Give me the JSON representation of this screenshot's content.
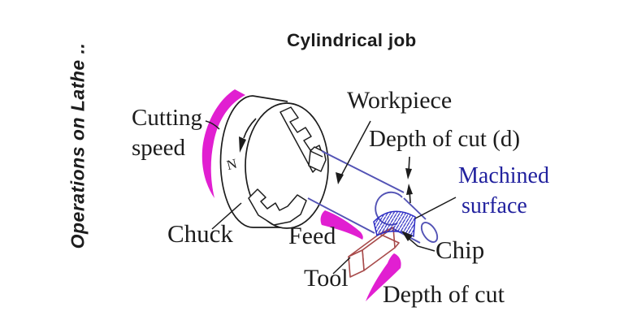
{
  "title": "Cylindrical job",
  "side_text": "Operations on Lathe ..",
  "labels": {
    "cutting_speed_line1": "Cutting",
    "cutting_speed_line2": "speed",
    "chuck": "Chuck",
    "workpiece": "Workpiece",
    "depth_of_cut_d": "Depth of cut (d)",
    "machined_line1": "Machined",
    "machined_line2": "surface",
    "feed": "Feed",
    "chip": "Chip",
    "tool": "Tool",
    "depth_of_cut": "Depth of cut",
    "spindle_speed": "N"
  },
  "colors": {
    "background": "#ffffff",
    "ink_black": "#1c1c1c",
    "magenta_arrow": "#e11fd1",
    "workpiece_blue": "#5353b5",
    "chip_hatch_blue": "#2d2dc4",
    "tool_red": "#a84b4b",
    "machined_label_blue": "#21219e"
  }
}
